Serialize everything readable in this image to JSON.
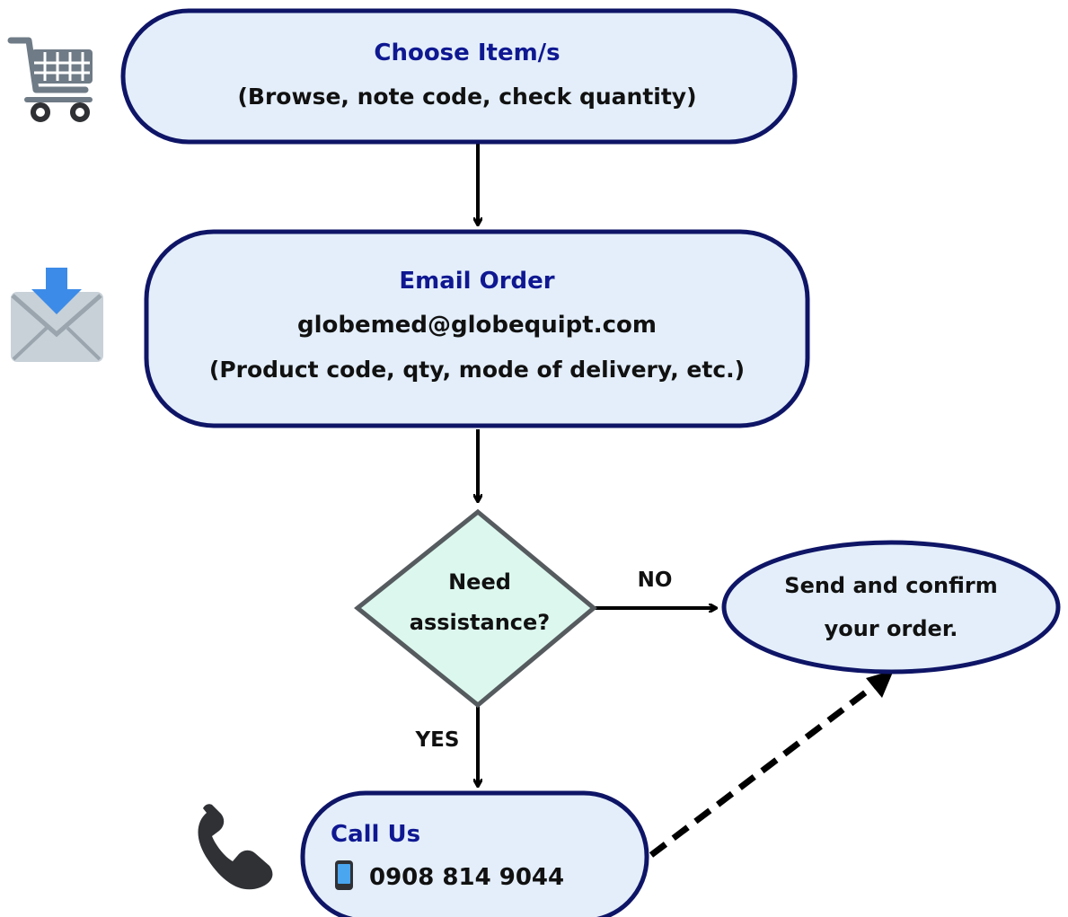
{
  "nodes": {
    "choose": {
      "title": "Choose Item/s",
      "subtitle": "(Browse, note code, check quantity)"
    },
    "email": {
      "title": "Email Order",
      "address": "globemed@globequipt.com",
      "details": "(Product code, qty, mode of delivery,  etc.)"
    },
    "decision": {
      "line1": "Need",
      "line2": "assistance?"
    },
    "confirm": {
      "line1": "Send and confirm",
      "line2": "your order."
    },
    "call": {
      "title": "Call Us",
      "phone": "0908 814 9044"
    }
  },
  "edges": {
    "no_label": "NO",
    "yes_label": "YES"
  },
  "icons": {
    "cart": "shopping-cart-icon",
    "email": "email-download-icon",
    "phone": "telephone-handset-icon",
    "mobile": "mobile-phone-icon"
  },
  "colors": {
    "pill_fill": "#e3eefa",
    "pill_stroke": "#0f1566",
    "decision_fill": "#dcf7ee",
    "decision_stroke": "#555b5e",
    "title_text": "#0f1891",
    "arrow": "#000000"
  }
}
